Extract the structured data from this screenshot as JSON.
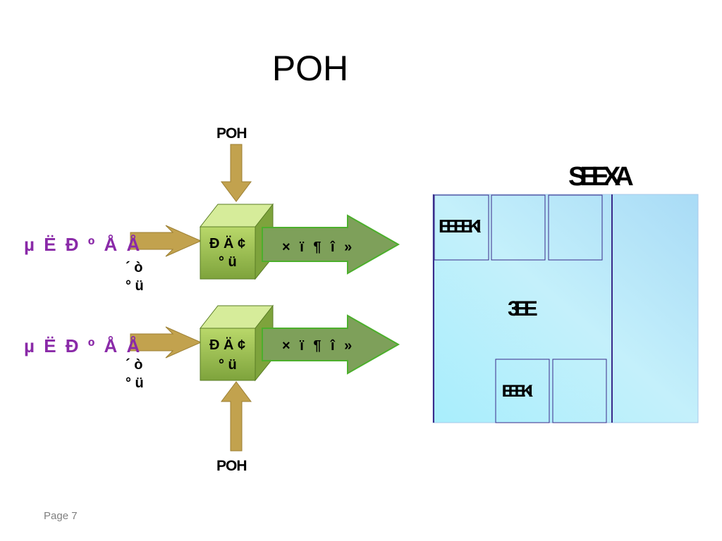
{
  "slide": {
    "title": "POH",
    "page": "Page 7"
  },
  "diagram": {
    "top_arrow_label": "POH",
    "bottom_arrow_label": "POH",
    "modules": [
      {
        "input_label": "µ Ë Ð º Å Å",
        "input_sub": [
          "´ ò",
          "° ü"
        ],
        "cube_text": [
          "Ð Ä ¢",
          "° ü"
        ],
        "output_label": "× ï ¶ î »"
      },
      {
        "input_label": "µ Ë Ð º Å Å",
        "input_sub": [
          "´ ò",
          "° ü"
        ],
        "cube_text": [
          "Ð Ä ¢",
          "° ü"
        ],
        "output_label": "× ï ¶ î »"
      }
    ],
    "frame": {
      "header": "SEEXA",
      "row1": "IEEEEKI",
      "middle": "3EE",
      "row3": "IEEEKI"
    }
  },
  "colors": {
    "input_arrow": "#c2a24e",
    "cube_front": "#9ec34c",
    "cube_top": "#d6ec9a",
    "cube_side": "#7ea33c",
    "output_arrow": "#7ea05a",
    "output_border": "#4caf2c",
    "input_label": "#8a2aa8",
    "frame_fill": "#b6ecf9",
    "frame_line": "#3a2a8a"
  }
}
